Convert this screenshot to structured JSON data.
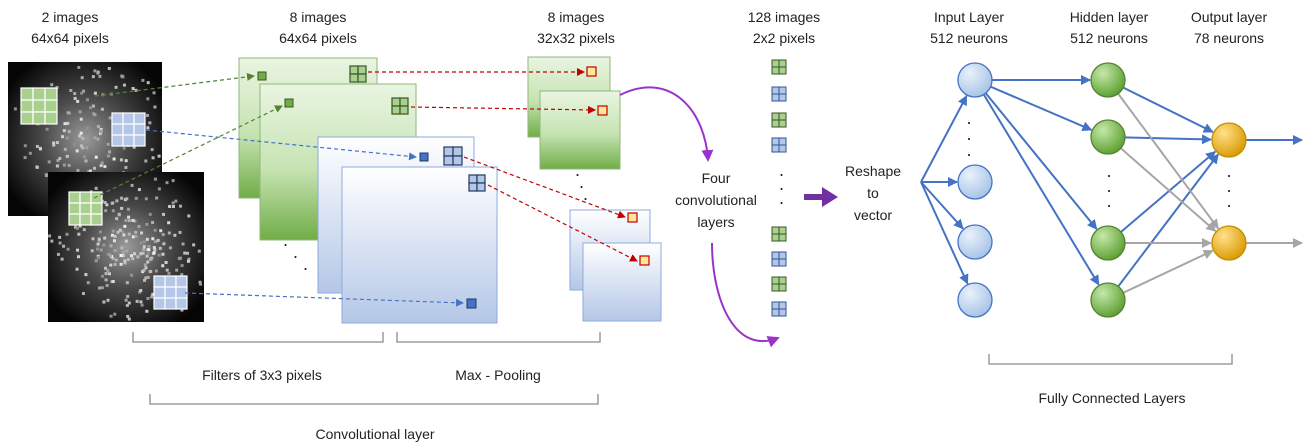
{
  "input": {
    "line1": "2 images",
    "line2": "64x64 pixels"
  },
  "conv_maps": {
    "line1": "8 images",
    "line2": "64x64 pixels"
  },
  "pool_maps": {
    "line1": "8 images",
    "line2": "32x32 pixels"
  },
  "small_maps": {
    "line1": "128 images",
    "line2": "2x2 pixels"
  },
  "four_conv": {
    "line1": "Four",
    "line2": "convolutional",
    "line3": "layers"
  },
  "reshape": {
    "line1": "Reshape",
    "line2": "to",
    "line3": "vector"
  },
  "input_layer": {
    "line1": "Input Layer",
    "line2": "512 neurons"
  },
  "hidden_layer": {
    "line1": "Hidden layer",
    "line2": "512 neurons"
  },
  "output_layer": {
    "line1": "Output layer",
    "line2": "78 neurons"
  },
  "brackets": {
    "filters": "Filters of 3x3 pixels",
    "pooling": "Max - Pooling",
    "convolutional": "Convolutional layer",
    "fully_connected": "Fully Connected Layers"
  },
  "colors": {
    "green_cell": "#a9d08e",
    "blue_cell": "#b4c7e7",
    "green_map_top": "#e2f0d9",
    "green_map_bottom": "#70ad47",
    "blue_map": "#dae3f3",
    "neuron_blue": "#bdd7ee",
    "neuron_green": "#70ad47",
    "neuron_gold": "#ffc000",
    "edge_blue": "#4472c4",
    "edge_gray": "#a6a6a6",
    "arrow_red": "#c00000",
    "arrow_green": "#548235",
    "arrow_purple": "#9933cc"
  }
}
